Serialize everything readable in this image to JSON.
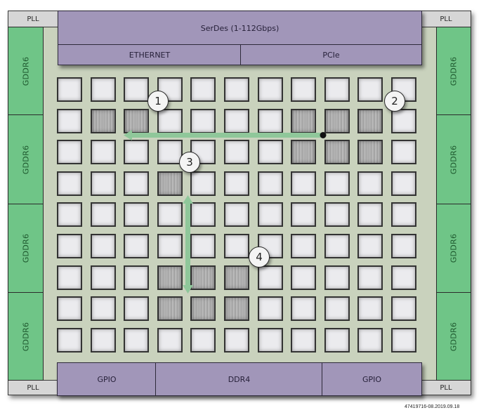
{
  "corners": {
    "pll_top_left": "PLL",
    "pll_top_right": "PLL",
    "pll_bottom_left": "PLL",
    "pll_bottom_right": "PLL"
  },
  "top_block": {
    "serdes": "SerDes (1-112Gbps)",
    "ethernet": "ETHERNET",
    "pcie": "PCIe"
  },
  "bottom_block": {
    "gpio_left": "GPIO",
    "ddr4": "DDR4",
    "gpio_right": "GPIO"
  },
  "left_memory": [
    "GDDR6",
    "GDDR6",
    "GDDR6",
    "GDDR6"
  ],
  "right_memory": [
    "GDDR6",
    "GDDR6",
    "GDDR6",
    "GDDR6"
  ],
  "grid": {
    "rows": 9,
    "cols": 11,
    "hatched_tiles": [
      [
        1,
        1
      ],
      [
        1,
        2
      ],
      [
        1,
        7
      ],
      [
        1,
        8
      ],
      [
        1,
        9
      ],
      [
        2,
        7
      ],
      [
        2,
        8
      ],
      [
        2,
        9
      ],
      [
        3,
        3
      ],
      [
        6,
        3
      ],
      [
        6,
        4
      ],
      [
        6,
        5
      ],
      [
        7,
        3
      ],
      [
        7,
        4
      ],
      [
        7,
        5
      ]
    ]
  },
  "callouts": [
    "1",
    "2",
    "3",
    "4"
  ],
  "arrows": [
    {
      "direction": "left",
      "from": "row1-col8",
      "to": "row1-col2"
    },
    {
      "direction": "vertical-bidirectional",
      "between": "row3-col3",
      "and": "row7-col3"
    }
  ],
  "colors": {
    "fabric": "#c9d2bd",
    "memory_green": "#6fc587",
    "io_purple": "#a196b9",
    "pll_gray": "#d6d6d6",
    "arrow_green": "#8fc79a"
  },
  "footnote": "47419716-08.2019.09.18"
}
